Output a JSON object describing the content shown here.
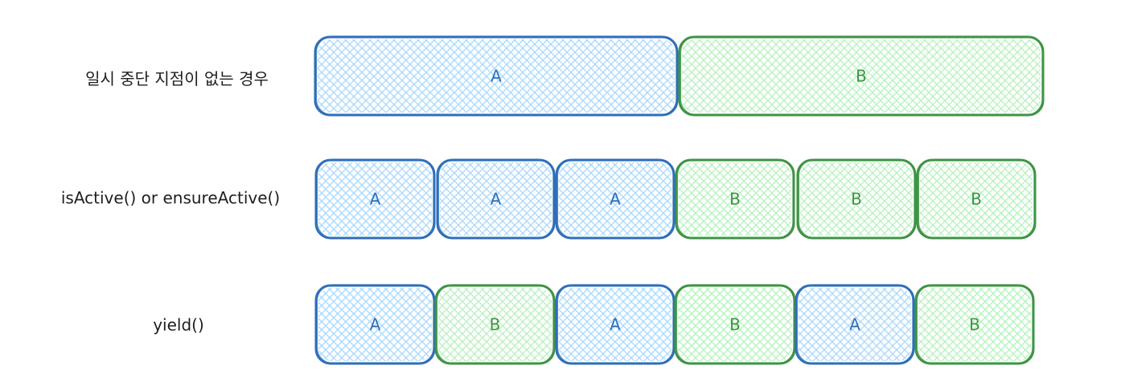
{
  "rows": [
    {
      "label": "일시 중단 지점이 없는 경우",
      "blocks": [
        {
          "text": "A",
          "kind": "a"
        },
        {
          "text": "B",
          "kind": "b"
        }
      ]
    },
    {
      "label": "isActive() or ensureActive()",
      "blocks": [
        {
          "text": "A",
          "kind": "a"
        },
        {
          "text": "A",
          "kind": "a"
        },
        {
          "text": "A",
          "kind": "a"
        },
        {
          "text": "B",
          "kind": "b"
        },
        {
          "text": "B",
          "kind": "b"
        },
        {
          "text": "B",
          "kind": "b"
        }
      ]
    },
    {
      "label": "yield()",
      "blocks": [
        {
          "text": "A",
          "kind": "a"
        },
        {
          "text": "B",
          "kind": "b"
        },
        {
          "text": "A",
          "kind": "a"
        },
        {
          "text": "B",
          "kind": "b"
        },
        {
          "text": "A",
          "kind": "a"
        },
        {
          "text": "B",
          "kind": "b"
        }
      ]
    }
  ],
  "colors": {
    "a_stroke": "#2f6fba",
    "a_fill": "#a5d8ff",
    "a_text": "#2f6fba",
    "b_stroke": "#3e9444",
    "b_fill": "#b2f2bb",
    "b_text": "#3e9444"
  }
}
